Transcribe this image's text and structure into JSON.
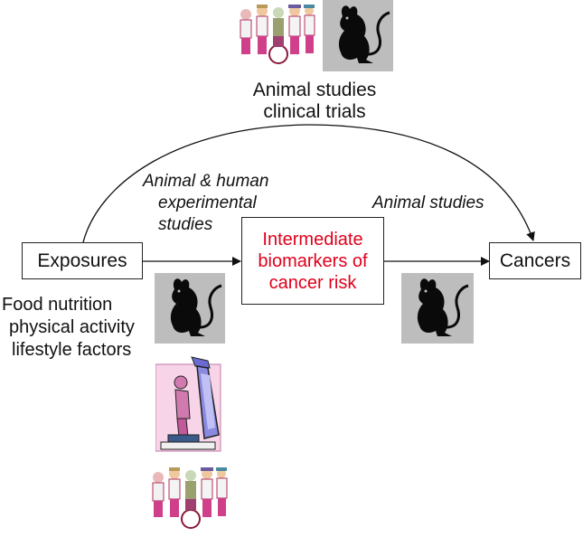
{
  "top_caption": {
    "line1": "Animal studies",
    "line2": "clinical trials"
  },
  "left_arrow_caption": {
    "line1": "Animal & human",
    "line2": "experimental",
    "line3": "studies"
  },
  "right_arrow_caption": "Animal studies",
  "nodes": {
    "exposures": "Exposures",
    "intermediate": {
      "line1": "Intermediate",
      "line2": "biomarkers of",
      "line3": "cancer risk"
    },
    "cancers": "Cancers"
  },
  "exposure_factors": {
    "line1": "Food nutrition",
    "line2": "physical activity",
    "line3": "lifestyle factors"
  },
  "colors": {
    "intermediate_text": "#e0001b",
    "mouse_bg": "#bdbdbd"
  },
  "icons": [
    "people-group-icon",
    "mouse-icon",
    "microscope-scientist-icon"
  ]
}
